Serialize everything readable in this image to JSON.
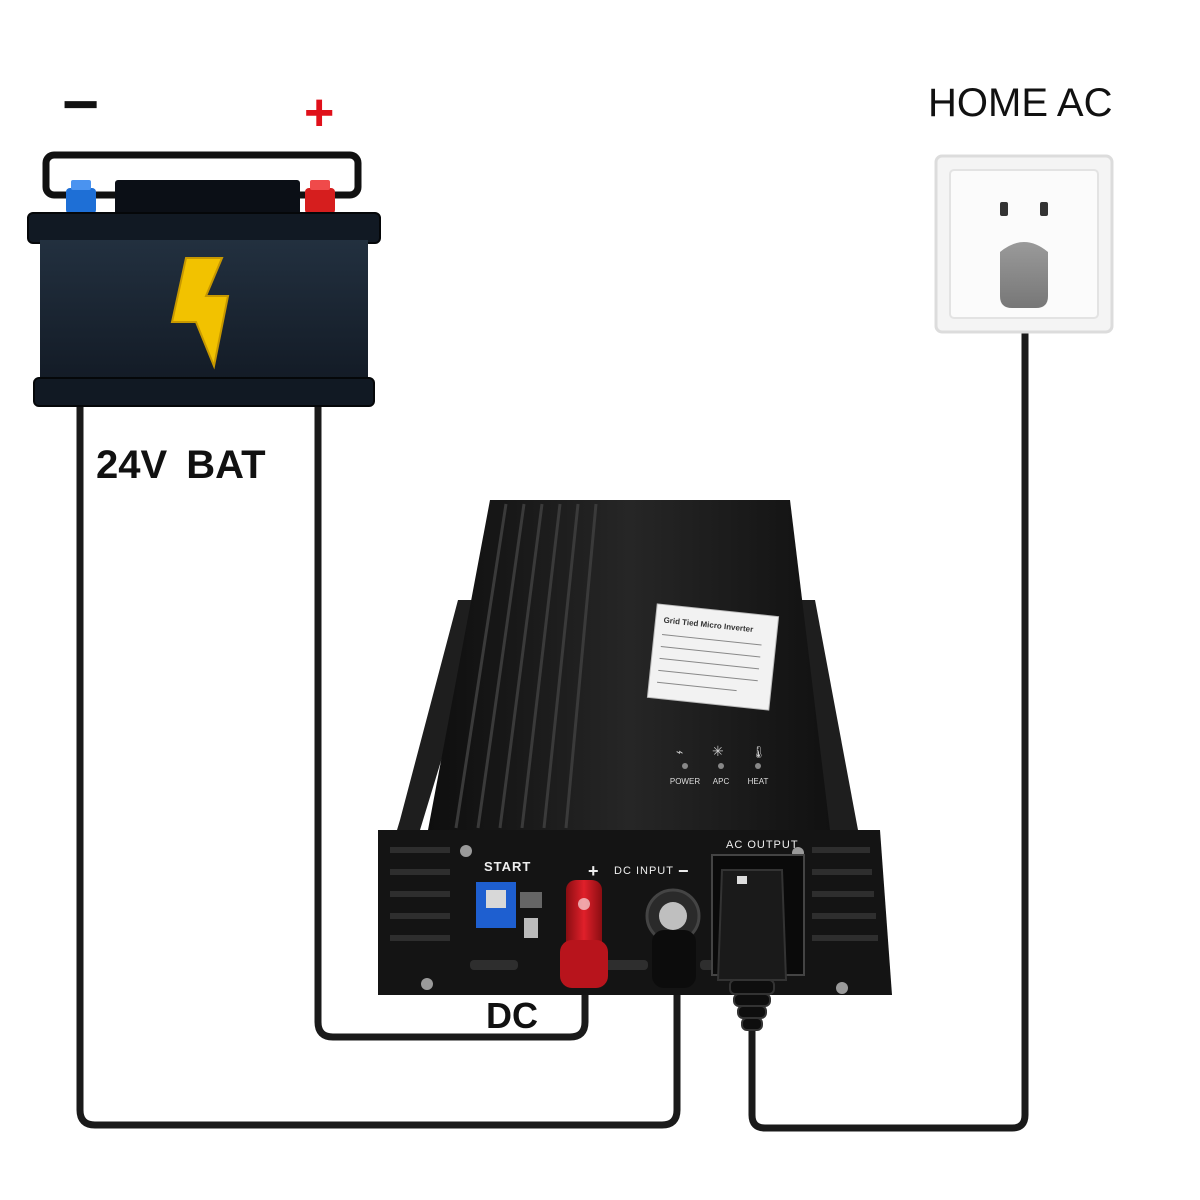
{
  "battery": {
    "negative_symbol": "−",
    "positive_symbol": "+",
    "label_voltage": "24V",
    "label_type": "BAT",
    "icon": "lightning-bolt-icon",
    "color_body": "#1e2a3a",
    "color_neg_terminal": "#1e6fd6",
    "color_pos_terminal": "#d61e1e",
    "color_bolt": "#f2c200"
  },
  "outlet": {
    "label": "HOME AC"
  },
  "inverter": {
    "label_lines": [
      "Grid Tied Micro Inverter"
    ],
    "indicators": [
      {
        "label": "POWER",
        "icon": "power-plug-icon"
      },
      {
        "label": "APC",
        "icon": "sun-icon"
      },
      {
        "label": "HEAT",
        "icon": "thermometer-icon"
      }
    ],
    "panel": {
      "start_label": "START",
      "dc_plus": "+",
      "dc_input_label": "DC INPUT",
      "dc_minus": "−",
      "ac_output_label": "AC OUTPUT"
    },
    "color_body": "#1a1a1a"
  },
  "wires": {
    "dc_label": "DC"
  }
}
